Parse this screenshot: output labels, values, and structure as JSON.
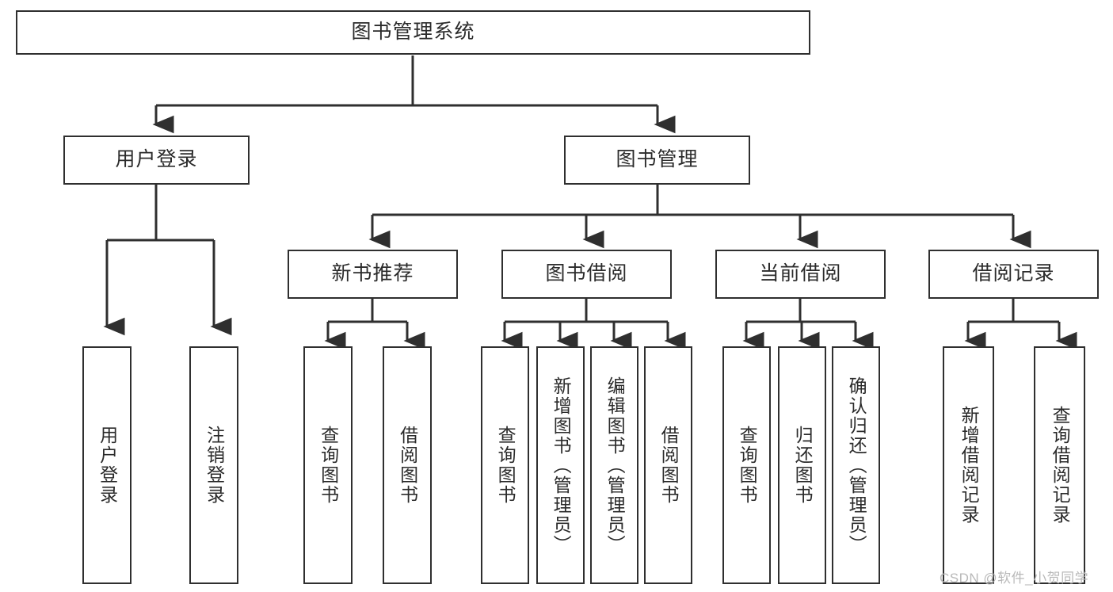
{
  "diagram": {
    "title": "图书管理系统",
    "type": "hierarchy-tree",
    "colors": {
      "box_border": "#2f2f2f",
      "box_fill": "#ffffff",
      "connector": "#2f2f2f",
      "text": "#2b2b2b",
      "watermark": "#b9b9b9",
      "background": "#ffffff"
    },
    "root": {
      "label": "图书管理系统"
    },
    "level1": [
      {
        "label": "用户登录"
      },
      {
        "label": "图书管理"
      }
    ],
    "level2": [
      {
        "label": "新书推荐"
      },
      {
        "label": "图书借阅"
      },
      {
        "label": "当前借阅"
      },
      {
        "label": "借阅记录"
      }
    ],
    "leaves": {
      "user_login": [
        {
          "label": "用户登录"
        },
        {
          "label": "注销登录"
        }
      ],
      "new_book": [
        {
          "label": "查询图书"
        },
        {
          "label": "借阅图书"
        }
      ],
      "borrow_book": [
        {
          "label": "查询图书"
        },
        {
          "label": "新增图书（管理员）"
        },
        {
          "label": "编辑图书（管理员）"
        },
        {
          "label": "借阅图书"
        }
      ],
      "current_borrow": [
        {
          "label": "查询图书"
        },
        {
          "label": "归还图书"
        },
        {
          "label": "确认归还（管理员）"
        }
      ],
      "borrow_record": [
        {
          "label": "新增借阅记录"
        },
        {
          "label": "查询借阅记录"
        }
      ]
    },
    "watermark": "CSDN @软件_小贺同学"
  }
}
